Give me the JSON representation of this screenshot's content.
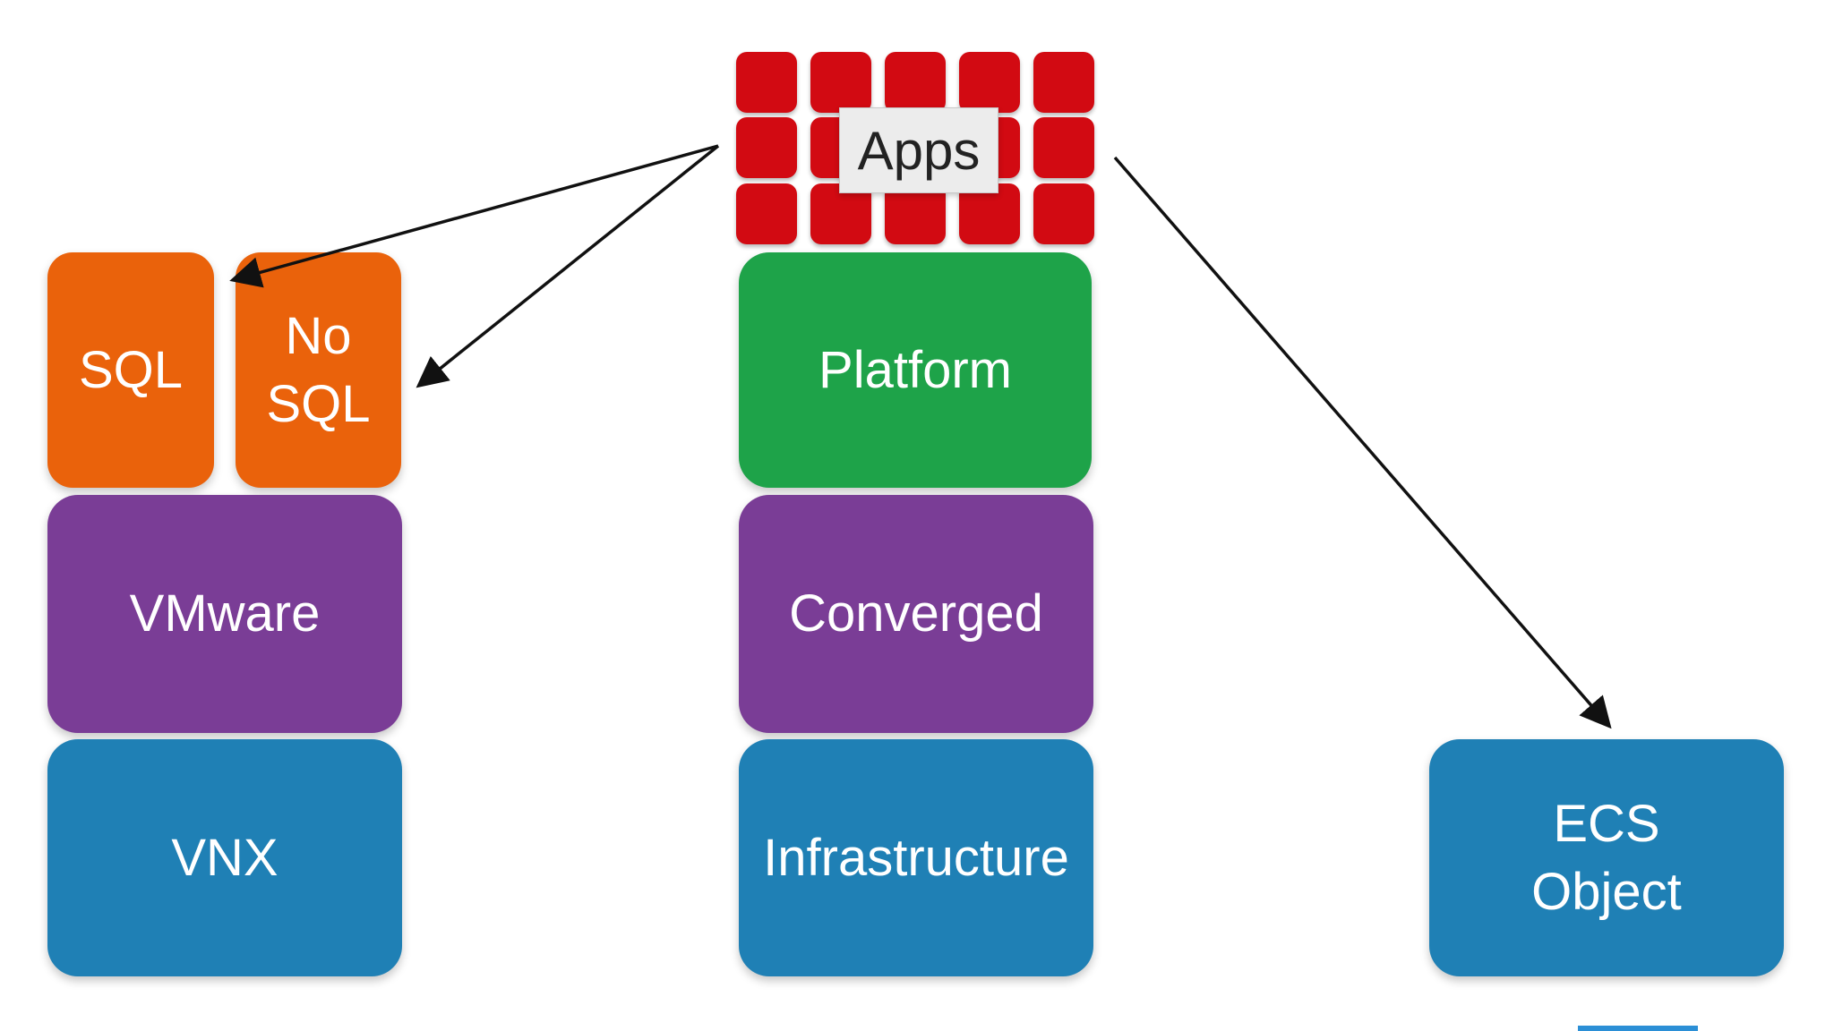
{
  "colors": {
    "sql": "#ea620b",
    "purple": "#7a3d96",
    "blue": "#1f80b5",
    "green": "#1ea349",
    "apps_red": "#d20a12",
    "arrow": "#111111",
    "accent": "#2b8fd6"
  },
  "apps": {
    "label": "Apps"
  },
  "left_stack": {
    "sql": "SQL",
    "nosql": "No\nSQL",
    "vmware": "VMware",
    "vnx": "VNX"
  },
  "center_stack": {
    "platform": "Platform",
    "converged": "Converged",
    "infrastructure": "Infrastructure"
  },
  "right_stack": {
    "ecs": "ECS\nObject"
  }
}
